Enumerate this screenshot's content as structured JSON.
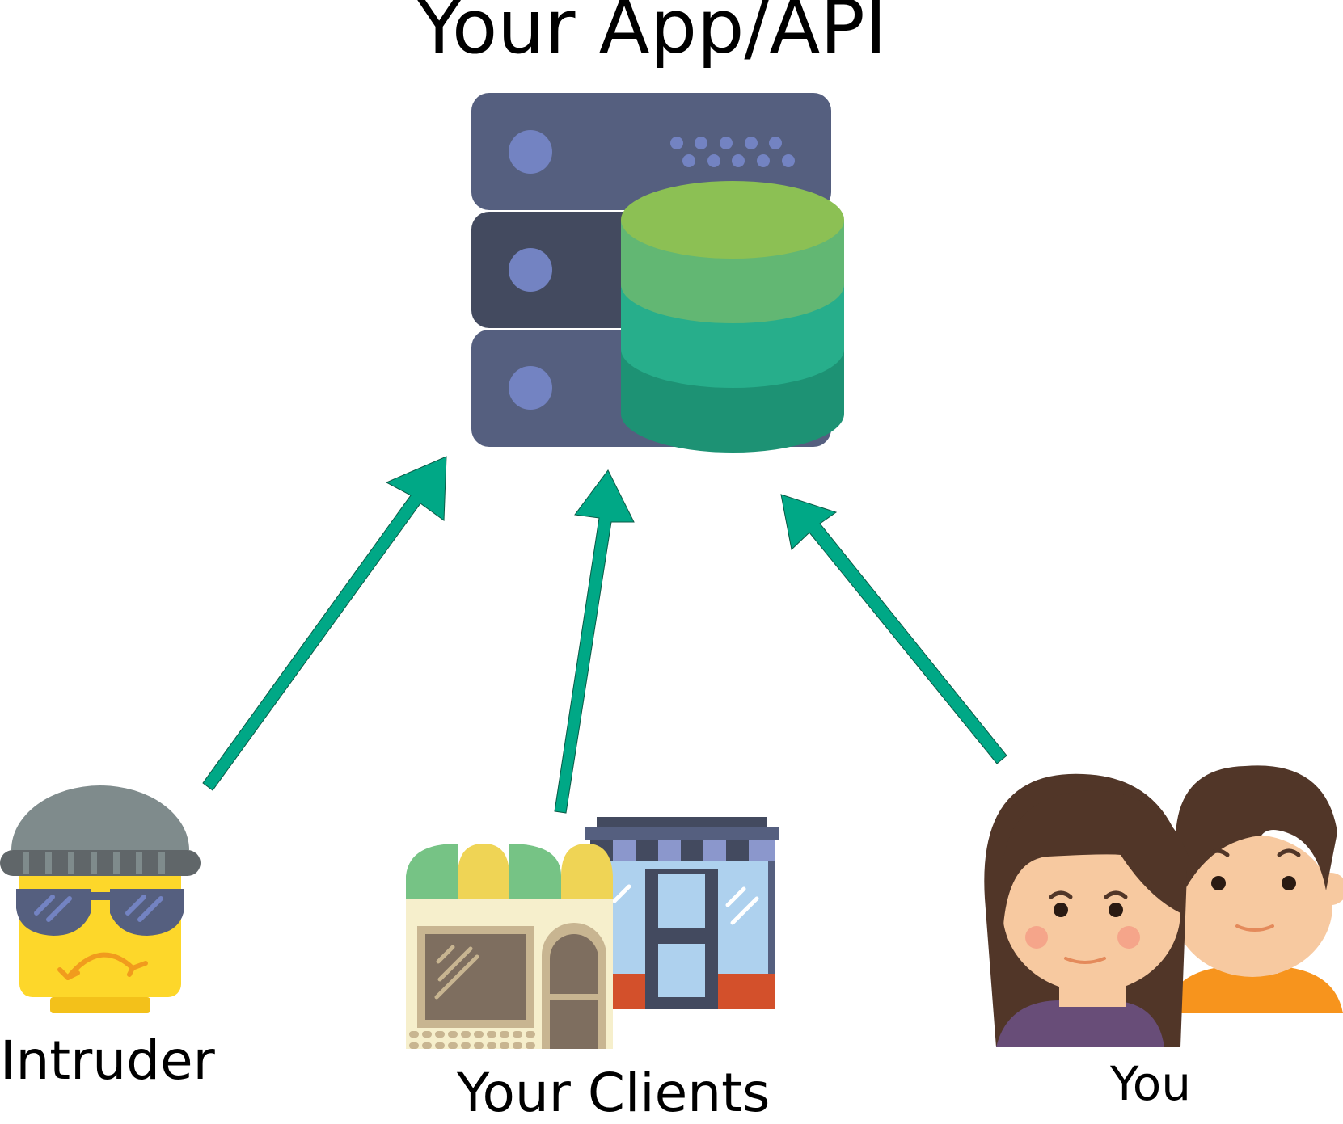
{
  "diagram": {
    "title": "Your App/API",
    "nodes": {
      "intruder": {
        "label": "Intruder",
        "icon": "intruder-icon"
      },
      "clients": {
        "label": "Your Clients",
        "icon": "storefront-icon"
      },
      "you": {
        "label": "You",
        "icon": "people-icon"
      },
      "server": {
        "icon": "server-database-icon"
      }
    },
    "edges": [
      {
        "from": "intruder",
        "to": "server"
      },
      {
        "from": "clients",
        "to": "server"
      },
      {
        "from": "you",
        "to": "server"
      }
    ],
    "colors": {
      "arrow": "#00a886",
      "server_light": "#555f7f",
      "server_dark": "#434a5f",
      "server_led": "#7383c2",
      "db_top": "#8cc054",
      "db_band1": "#62b773",
      "db_band2": "#27ae8b",
      "db_band3": "#1d9274"
    }
  }
}
